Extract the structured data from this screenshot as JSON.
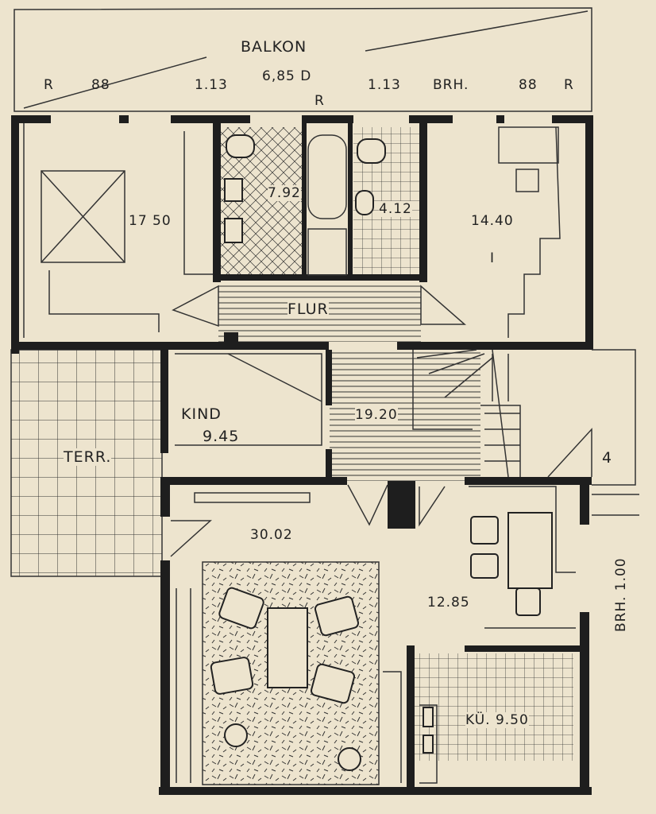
{
  "header": {
    "balcony": "BALKON",
    "dim_left_r": "R",
    "dim_left_88": "88",
    "dim_left_113": "1.13",
    "dim_center": "6,85 D",
    "dim_center_r": "R",
    "dim_right_113": "1.13",
    "dim_right_brh": "BRH.",
    "dim_right_88": "88",
    "dim_right_r": "R"
  },
  "rooms": {
    "bedroom_left": "17 50",
    "bath": "7.92",
    "wc": "4.12",
    "bedroom_right": "14.40",
    "bedroom_right_mark": "I",
    "hall": "FLUR",
    "kid_name": "KIND",
    "kid_area": "9.45",
    "stair_hall": "19.20",
    "terrace": "TERR.",
    "living": "30.02",
    "dining": "12.85",
    "kitchen": "KÜ. 9.50",
    "entry_mark": "4",
    "side_dim": "BRH. 1.00"
  },
  "colors": {
    "paper": "#ede4ce",
    "ink": "#1e1e1e"
  }
}
